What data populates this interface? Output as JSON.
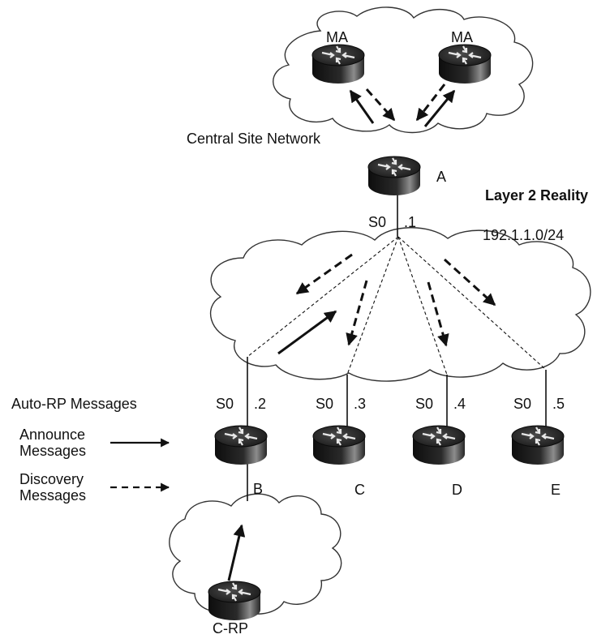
{
  "labels": {
    "ma_left": "MA",
    "ma_right": "MA",
    "central_site": "Central Site Network",
    "router_a": "A",
    "layer2": "Layer 2 Reality",
    "a_iface": "S0",
    "a_addr": ".1",
    "subnet": "192.1.1.0/24",
    "b_iface": "S0",
    "b_addr": ".2",
    "c_iface": "S0",
    "c_addr": ".3",
    "d_iface": "S0",
    "d_addr": ".4",
    "e_iface": "S0",
    "e_addr": ".5",
    "router_b": "B",
    "router_c": "C",
    "router_d": "D",
    "router_e": "E",
    "crp": "C-RP"
  },
  "legend": {
    "title": "Auto-RP Messages",
    "announce_line1": "Announce",
    "announce_line2": "Messages",
    "discovery_line1": "Discovery",
    "discovery_line2": "Messages"
  },
  "icons": [
    "router-icon",
    "cloud-icon",
    "solid-arrow-icon",
    "dashed-arrow-icon"
  ],
  "colors": {
    "ink": "#111111",
    "cloud_fill": "#ffffff",
    "router_dark": "#1a1a1a",
    "router_light": "#8a8a8a"
  }
}
